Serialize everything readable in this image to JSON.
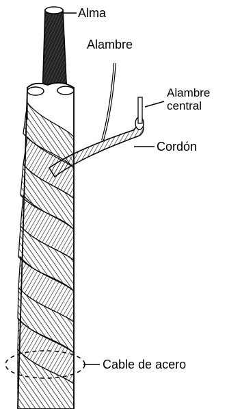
{
  "labels": {
    "alma": "Alma",
    "alambre": "Alambre",
    "alambre_central_line1": "Alambre",
    "alambre_central_line2": "central",
    "cordon": "Cordón",
    "cable": "Cable de acero"
  }
}
